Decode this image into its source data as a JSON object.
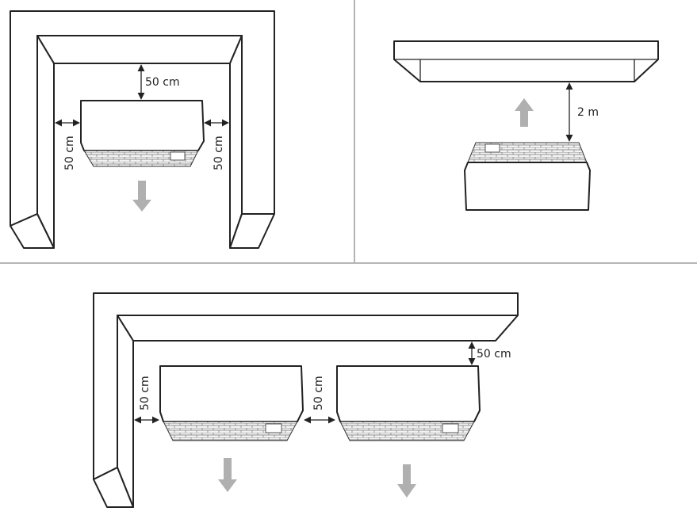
{
  "panels": [
    {
      "name": "wall-clearance",
      "labels": {
        "top": "50 cm",
        "left": "50 cm",
        "right": "50 cm"
      }
    },
    {
      "name": "ceiling-clearance",
      "labels": {
        "top": "2 m"
      }
    },
    {
      "name": "multiple-units",
      "labels": {
        "top": "50 cm",
        "left": "50 cm",
        "between": "50 cm"
      }
    }
  ],
  "colors": {
    "line": "#222222",
    "airflow": "#b0b0b0",
    "divider": "#b5b5b5"
  }
}
